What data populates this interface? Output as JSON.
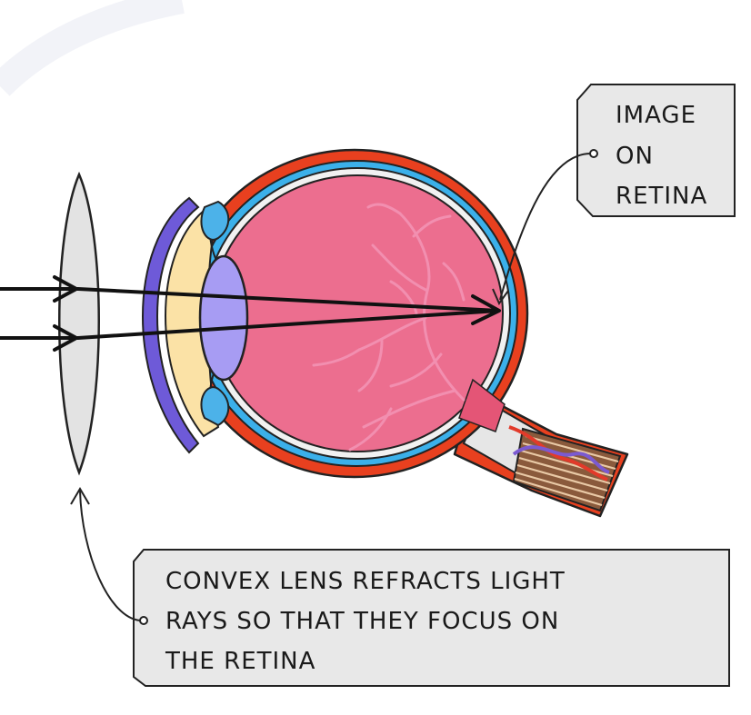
{
  "callouts": {
    "image_on_retina": [
      "IMAGE",
      "ON",
      "RETINA"
    ],
    "convex_lens": [
      "CONVEX  LENS  REFRACTS  LIGHT",
      "RAYS  SO  THAT  THEY  FOCUS  ON",
      "THE  RETINA"
    ]
  },
  "colors": {
    "sclera_outer": "#e8401f",
    "choroid": "#3bb0ea",
    "vitreous": "#ec6e8f",
    "eye_lens": "#a79cf3",
    "aqueous": "#fbe2a6",
    "cornea": "#6e5ad8",
    "ciliary": "#4cb2e9",
    "convex_lens": "#e3e3e3",
    "label_box": "#e8e8e8",
    "vessels": "#f28fb0"
  },
  "icons": {
    "light_ray": "arrow-right-icon"
  }
}
